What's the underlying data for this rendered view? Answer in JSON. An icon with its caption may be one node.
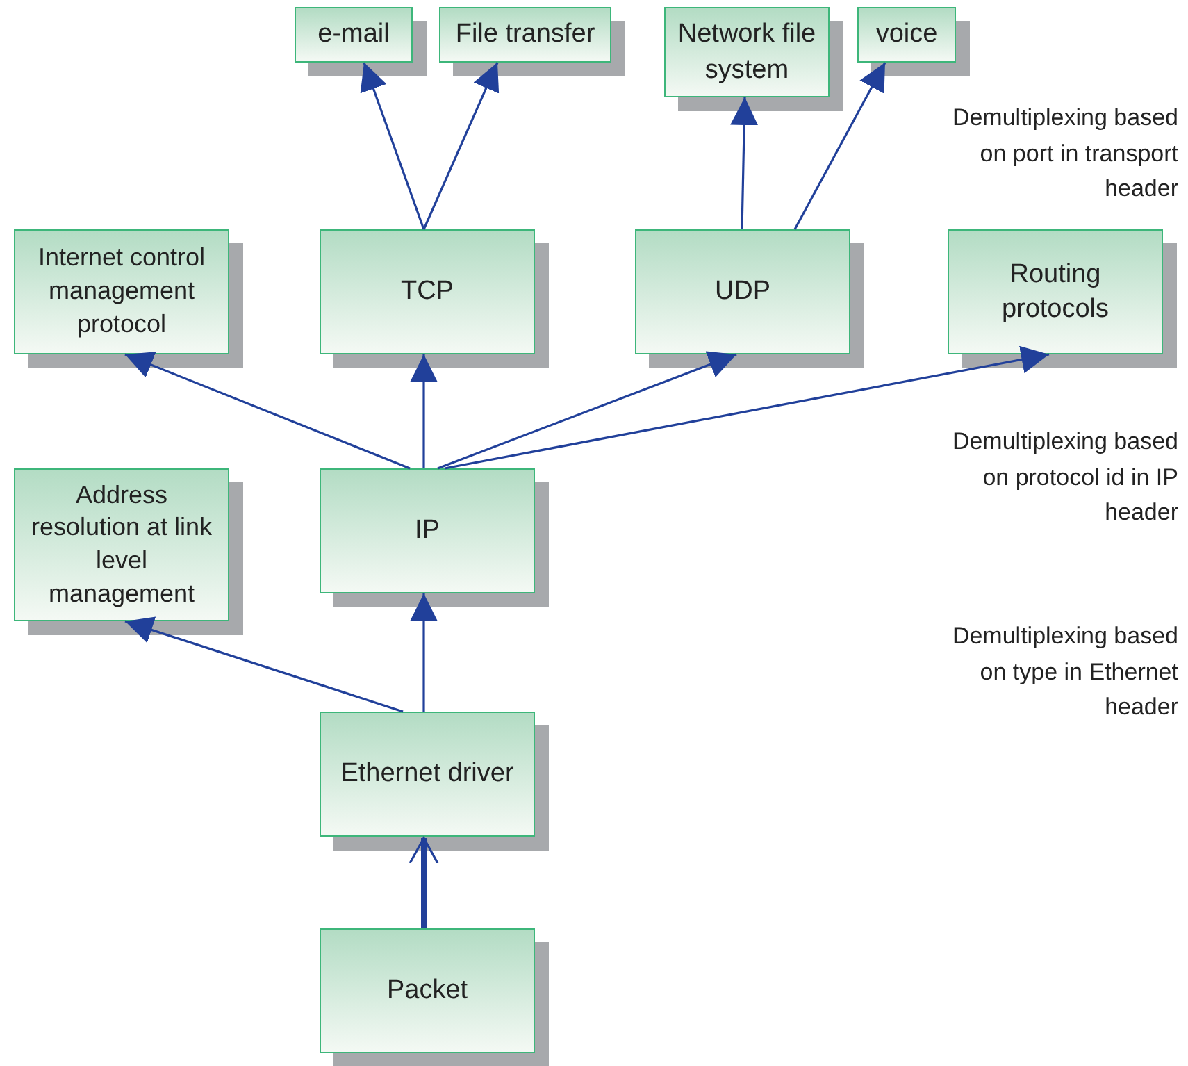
{
  "diagram": {
    "nodes": [
      {
        "text": [
          "e-mail"
        ]
      },
      {
        "text": [
          "File transfer"
        ]
      },
      {
        "text": [
          "Network file system"
        ]
      },
      {
        "text": [
          "voice"
        ]
      },
      {
        "text": [
          "Internet control management protocol"
        ]
      },
      {
        "text": [
          "TCP"
        ]
      },
      {
        "text": [
          "UDP"
        ]
      },
      {
        "text": [
          "Routing protocols"
        ]
      },
      {
        "text": [
          "Address resolution at link level management"
        ]
      },
      {
        "text": [
          "IP"
        ]
      },
      {
        "text": [
          "Ethernet driver"
        ]
      },
      {
        "text": [
          "Packet"
        ]
      }
    ],
    "edges": [
      {
        "from": 5,
        "to": 0,
        "arrow": "to"
      },
      {
        "from": 5,
        "to": 1,
        "arrow": "to"
      },
      {
        "from": 6,
        "to": 2,
        "arrow": "to"
      },
      {
        "from": 6,
        "to": 3,
        "arrow": "to"
      },
      {
        "from": 9,
        "to": 4,
        "arrow": "to"
      },
      {
        "from": 9,
        "to": 5,
        "arrow": "to"
      },
      {
        "from": 9,
        "to": 6,
        "arrow": "to"
      },
      {
        "from": 9,
        "to": 7,
        "arrow": "to"
      },
      {
        "from": 10,
        "to": 8,
        "arrow": "to"
      },
      {
        "from": 10,
        "to": 9,
        "arrow": "to"
      },
      {
        "from": 11,
        "to": 10,
        "arrow": "to",
        "style": "thick"
      }
    ],
    "labels": [
      "Demultiplexing based on port in transport header",
      "Demultiplexing based on protocol id in IP header",
      "Demultiplexing based on type in Ethernet header"
    ]
  }
}
